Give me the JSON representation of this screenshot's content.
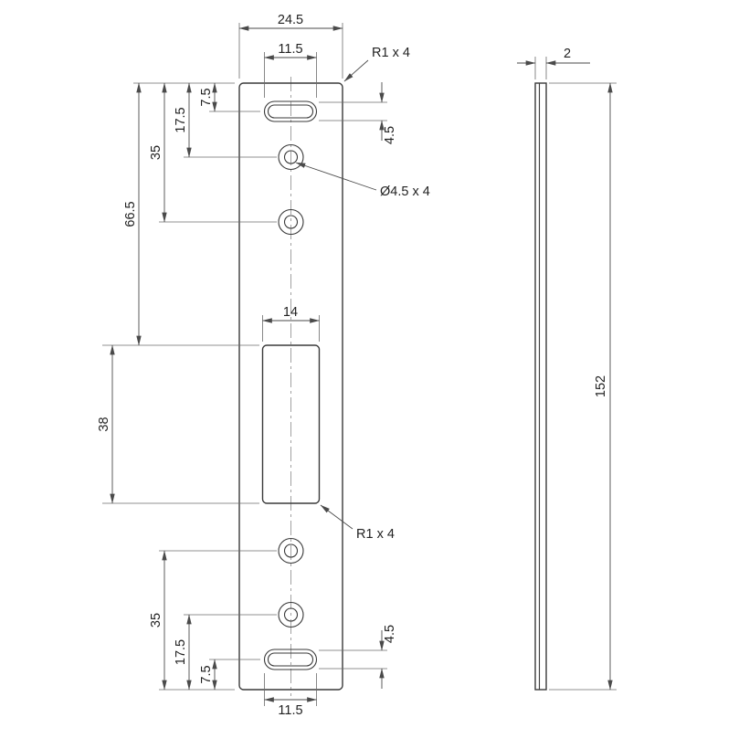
{
  "drawing": {
    "front": {
      "overall_width": "24.5",
      "top_slot_width": "11.5",
      "top_corner_radius_note": "R1 x 4",
      "top_slot_offset": "7.5",
      "top_hole1_offset": "17.5",
      "top_hole2_offset": "35",
      "cutout_offset": "66.5",
      "top_slot_height": "4.5",
      "hole_diameter_note": "Ø4.5 x 4",
      "cutout_width": "14",
      "cutout_height": "38",
      "cutout_corner_radius_note": "R1 x 4",
      "bottom_hole1_offset": "35",
      "bottom_hole2_offset": "17.5",
      "bottom_slot_offset": "7.5",
      "bottom_slot_height": "4.5",
      "bottom_slot_width": "11.5"
    },
    "side": {
      "thickness": "2",
      "height": "152"
    }
  }
}
